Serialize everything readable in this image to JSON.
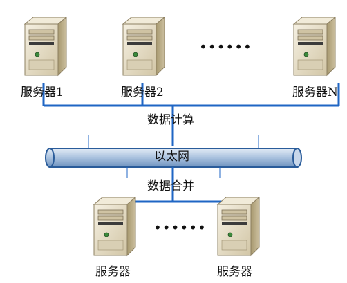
{
  "top_servers": [
    {
      "label": "服务器1"
    },
    {
      "label": "服务器2"
    },
    {
      "label": "服务器N"
    }
  ],
  "top_ellipsis": "••••••",
  "compute_label": "数据计算",
  "network_label": "以太网",
  "merge_label": "数据合并",
  "bottom_servers": [
    {
      "label": "服务器"
    },
    {
      "label": "服务器"
    }
  ],
  "bottom_ellipsis": "••••••",
  "colors": {
    "line": "#1f66c4",
    "pipe_fill": "#b8cce4",
    "pipe_stroke": "#2a5c9a",
    "server_front": "#e8e0c8",
    "server_side": "#b9ab86",
    "server_top": "#f2ecdc"
  }
}
